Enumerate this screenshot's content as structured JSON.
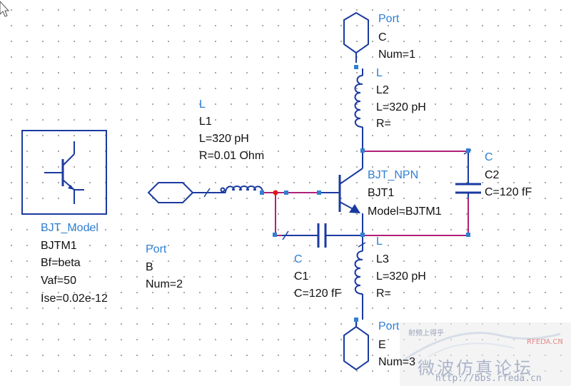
{
  "port_c": {
    "type": "Port",
    "name": "C",
    "num": "Num=1"
  },
  "l2": {
    "type": "L",
    "name": "L2",
    "inductance": "L=320 pH",
    "resistance": "R="
  },
  "l1": {
    "type": "L",
    "name": "L1",
    "inductance": "L=320 pH",
    "resistance": "R=0.01 Ohm"
  },
  "c2": {
    "type": "C",
    "name": "C2",
    "capacitance": "C=120 fF"
  },
  "bjt": {
    "type": "BJT_NPN",
    "name": "BJT1",
    "model": "Model=BJTM1"
  },
  "bjt_model": {
    "type": "BJT_Model",
    "name": "BJTM1",
    "bf": "Bf=beta",
    "vaf": "Vaf=50",
    "ise": "Ise=0.02e-12"
  },
  "port_b": {
    "type": "Port",
    "name": "B",
    "num": "Num=2"
  },
  "c1": {
    "type": "C",
    "name": "C1",
    "capacitance": "C=120 fF"
  },
  "l3": {
    "type": "L",
    "name": "L3",
    "inductance": "L=320 pH",
    "resistance": "R="
  },
  "port_e": {
    "type": "Port",
    "name": "E",
    "num": "Num=3"
  },
  "watermark": {
    "slogan": "射频上得乎",
    "brand": "RFEDA.CN",
    "title": "微波仿真论坛",
    "url": "http://bbs.rfeda.cn"
  },
  "colors": {
    "symbol": "#1a3aa0",
    "label": "#2f7fd2",
    "wire": "#b0207a",
    "junction": "#e01818"
  }
}
